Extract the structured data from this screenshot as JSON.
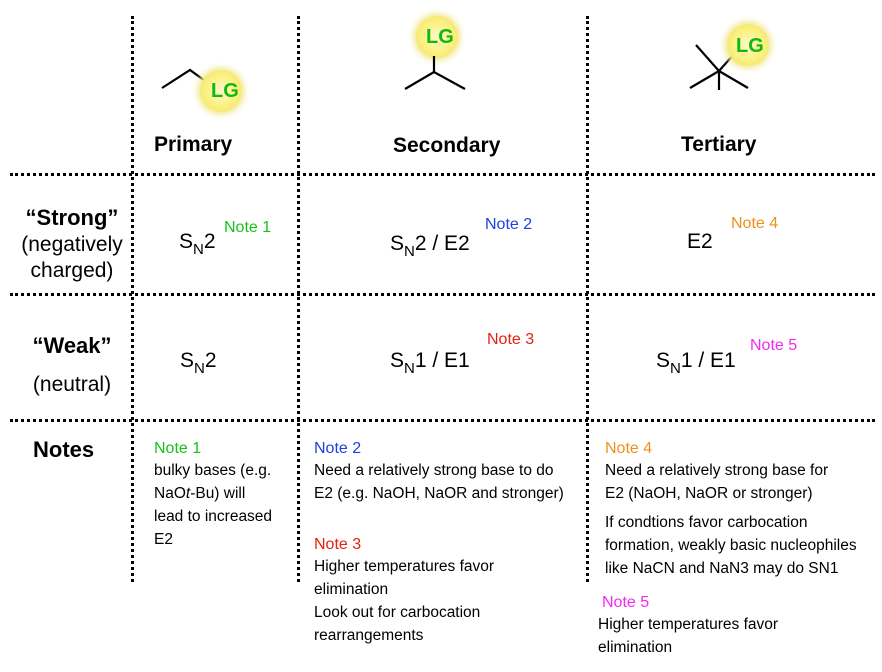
{
  "molecules": {
    "primary": {
      "label": "LG"
    },
    "secondary": {
      "label": "LG"
    },
    "tertiary": {
      "label": "LG"
    }
  },
  "columns": [
    "Primary",
    "Secondary",
    "Tertiary"
  ],
  "rows": [
    {
      "label_line1": "“Strong”",
      "label_line2": "(negatively",
      "label_line3": "charged)"
    },
    {
      "label_line1": "“Weak”",
      "label_line2": "(neutral)"
    },
    {
      "label_line1": "Notes"
    }
  ],
  "strong": {
    "primary": {
      "s": "S",
      "sub": "N",
      "rest": "2",
      "note": "Note 1"
    },
    "secondary": {
      "s": "S",
      "sub": "N",
      "rest": "2 / E2",
      "note": "Note 2"
    },
    "tertiary": {
      "text": "E2",
      "note": "Note 4"
    }
  },
  "weak": {
    "primary": {
      "s": "S",
      "sub": "N",
      "rest": "2"
    },
    "secondary": {
      "s": "S",
      "sub": "N",
      "rest": "1 / E1",
      "note": "Note 3"
    },
    "tertiary": {
      "s": "S",
      "sub": "N",
      "rest": "1 / E1",
      "note": "Note 5"
    }
  },
  "notes": {
    "note1": {
      "title": "Note 1",
      "line1": "bulky bases (e.g.",
      "line2a": "NaO",
      "line2b": "t",
      "line2c": "-Bu) will",
      "line3": "lead to increased",
      "line4": "E2"
    },
    "note2": {
      "title": "Note 2",
      "line1": "Need a relatively strong base to do",
      "line2": "E2 (e.g. NaOH, NaOR and stronger)"
    },
    "note3": {
      "title": "Note 3",
      "line1": "Higher temperatures favor",
      "line2": "elimination",
      "line3": "Look out for carbocation",
      "line4": "rearrangements"
    },
    "note4": {
      "title": "Note 4",
      "line1": "Need a relatively strong base for",
      "line2": "E2 (NaOH, NaOR or stronger)",
      "line3": "If condtions favor carbocation",
      "line4": "formation, weakly basic nucleophiles",
      "line5": "like NaCN and NaN3 may do SN1"
    },
    "note5": {
      "title": "Note 5",
      "line1": "Higher temperatures favor",
      "line2": "elimination"
    }
  },
  "colors": {
    "note1": "#19c019",
    "note2": "#1f3fe0",
    "note3": "#e8200e",
    "note4": "#f0901a",
    "note5": "#f02cf0",
    "lg": "#12b812"
  }
}
